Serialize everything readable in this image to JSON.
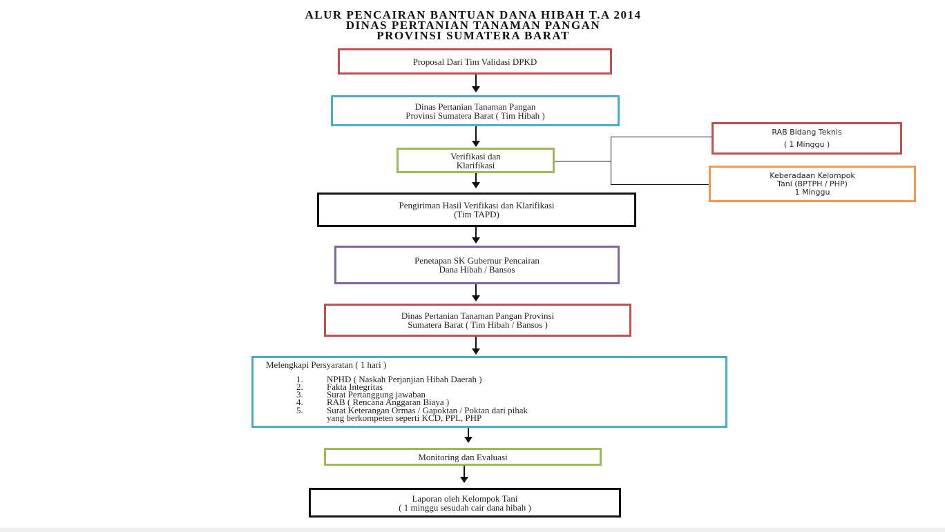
{
  "title": {
    "line1": "ALUR PENCAIRAN BANTUAN DANA HIBAH T.A 2014",
    "line2": "DINAS PERTANIAN TANAMAN PANGAN",
    "line3": "PROVINSI SUMATERA BARAT"
  },
  "steps": [
    {
      "lines": [
        "Proposal Dari Tim Validasi DPKD"
      ]
    },
    {
      "lines": [
        "Dinas Pertanian Tanaman Pangan",
        "Provinsi Sumatera Barat ( Tim Hibah )"
      ]
    },
    {
      "lines": [
        "Verifikasi dan",
        "Klarifikasi"
      ]
    },
    {
      "lines": [
        "Pengiriman Hasil Verifikasi dan Klarifikasi",
        "(Tim TAPD)"
      ]
    },
    {
      "lines": [
        "Penetapan SK Gubernur Pencairan",
        "Dana Hibah / Bansos"
      ]
    },
    {
      "lines": [
        "Dinas Pertanian Tanaman Pangan Provinsi",
        "Sumatera Barat ( Tim Hibah / Bansos )"
      ]
    },
    {
      "lines": [
        "Monitoring dan Evaluasi"
      ]
    },
    {
      "lines": [
        "Laporan oleh Kelompok Tani",
        "( 1 minggu sesudah cair dana hibah )"
      ]
    }
  ],
  "side_boxes": [
    {
      "lines": [
        "RAB Bidang Teknis",
        "( 1 Minggu )"
      ]
    },
    {
      "lines": [
        "Keberadaan Kelompok",
        "Tani (BPTPH / PHP)",
        "1 Minggu"
      ]
    }
  ],
  "requirements": {
    "heading": "Melengkapi Persyaratan ( 1 hari )",
    "items": [
      {
        "num": "1.",
        "text": "NPHD ( Naskah Perjanjian Hibah Daerah )"
      },
      {
        "num": "2.",
        "text": "Fakta Integritas"
      },
      {
        "num": "3.",
        "text": "Surat Pertanggung jawaban"
      },
      {
        "num": "4.",
        "text": "RAB ( Rencana Anggaran Biaya )"
      },
      {
        "num": "5.",
        "text": "Surat Keterangan Ormas / Gapoktan / Poktan  dari pihak"
      }
    ],
    "item5_cont": "yang berkompeten seperti KCD, PPL, PHP"
  },
  "colors": {
    "red": "#c0504d",
    "blue": "#4bacc6",
    "green": "#9bbb59",
    "black": "#111111",
    "purple": "#8064a2",
    "orange": "#f79646"
  }
}
